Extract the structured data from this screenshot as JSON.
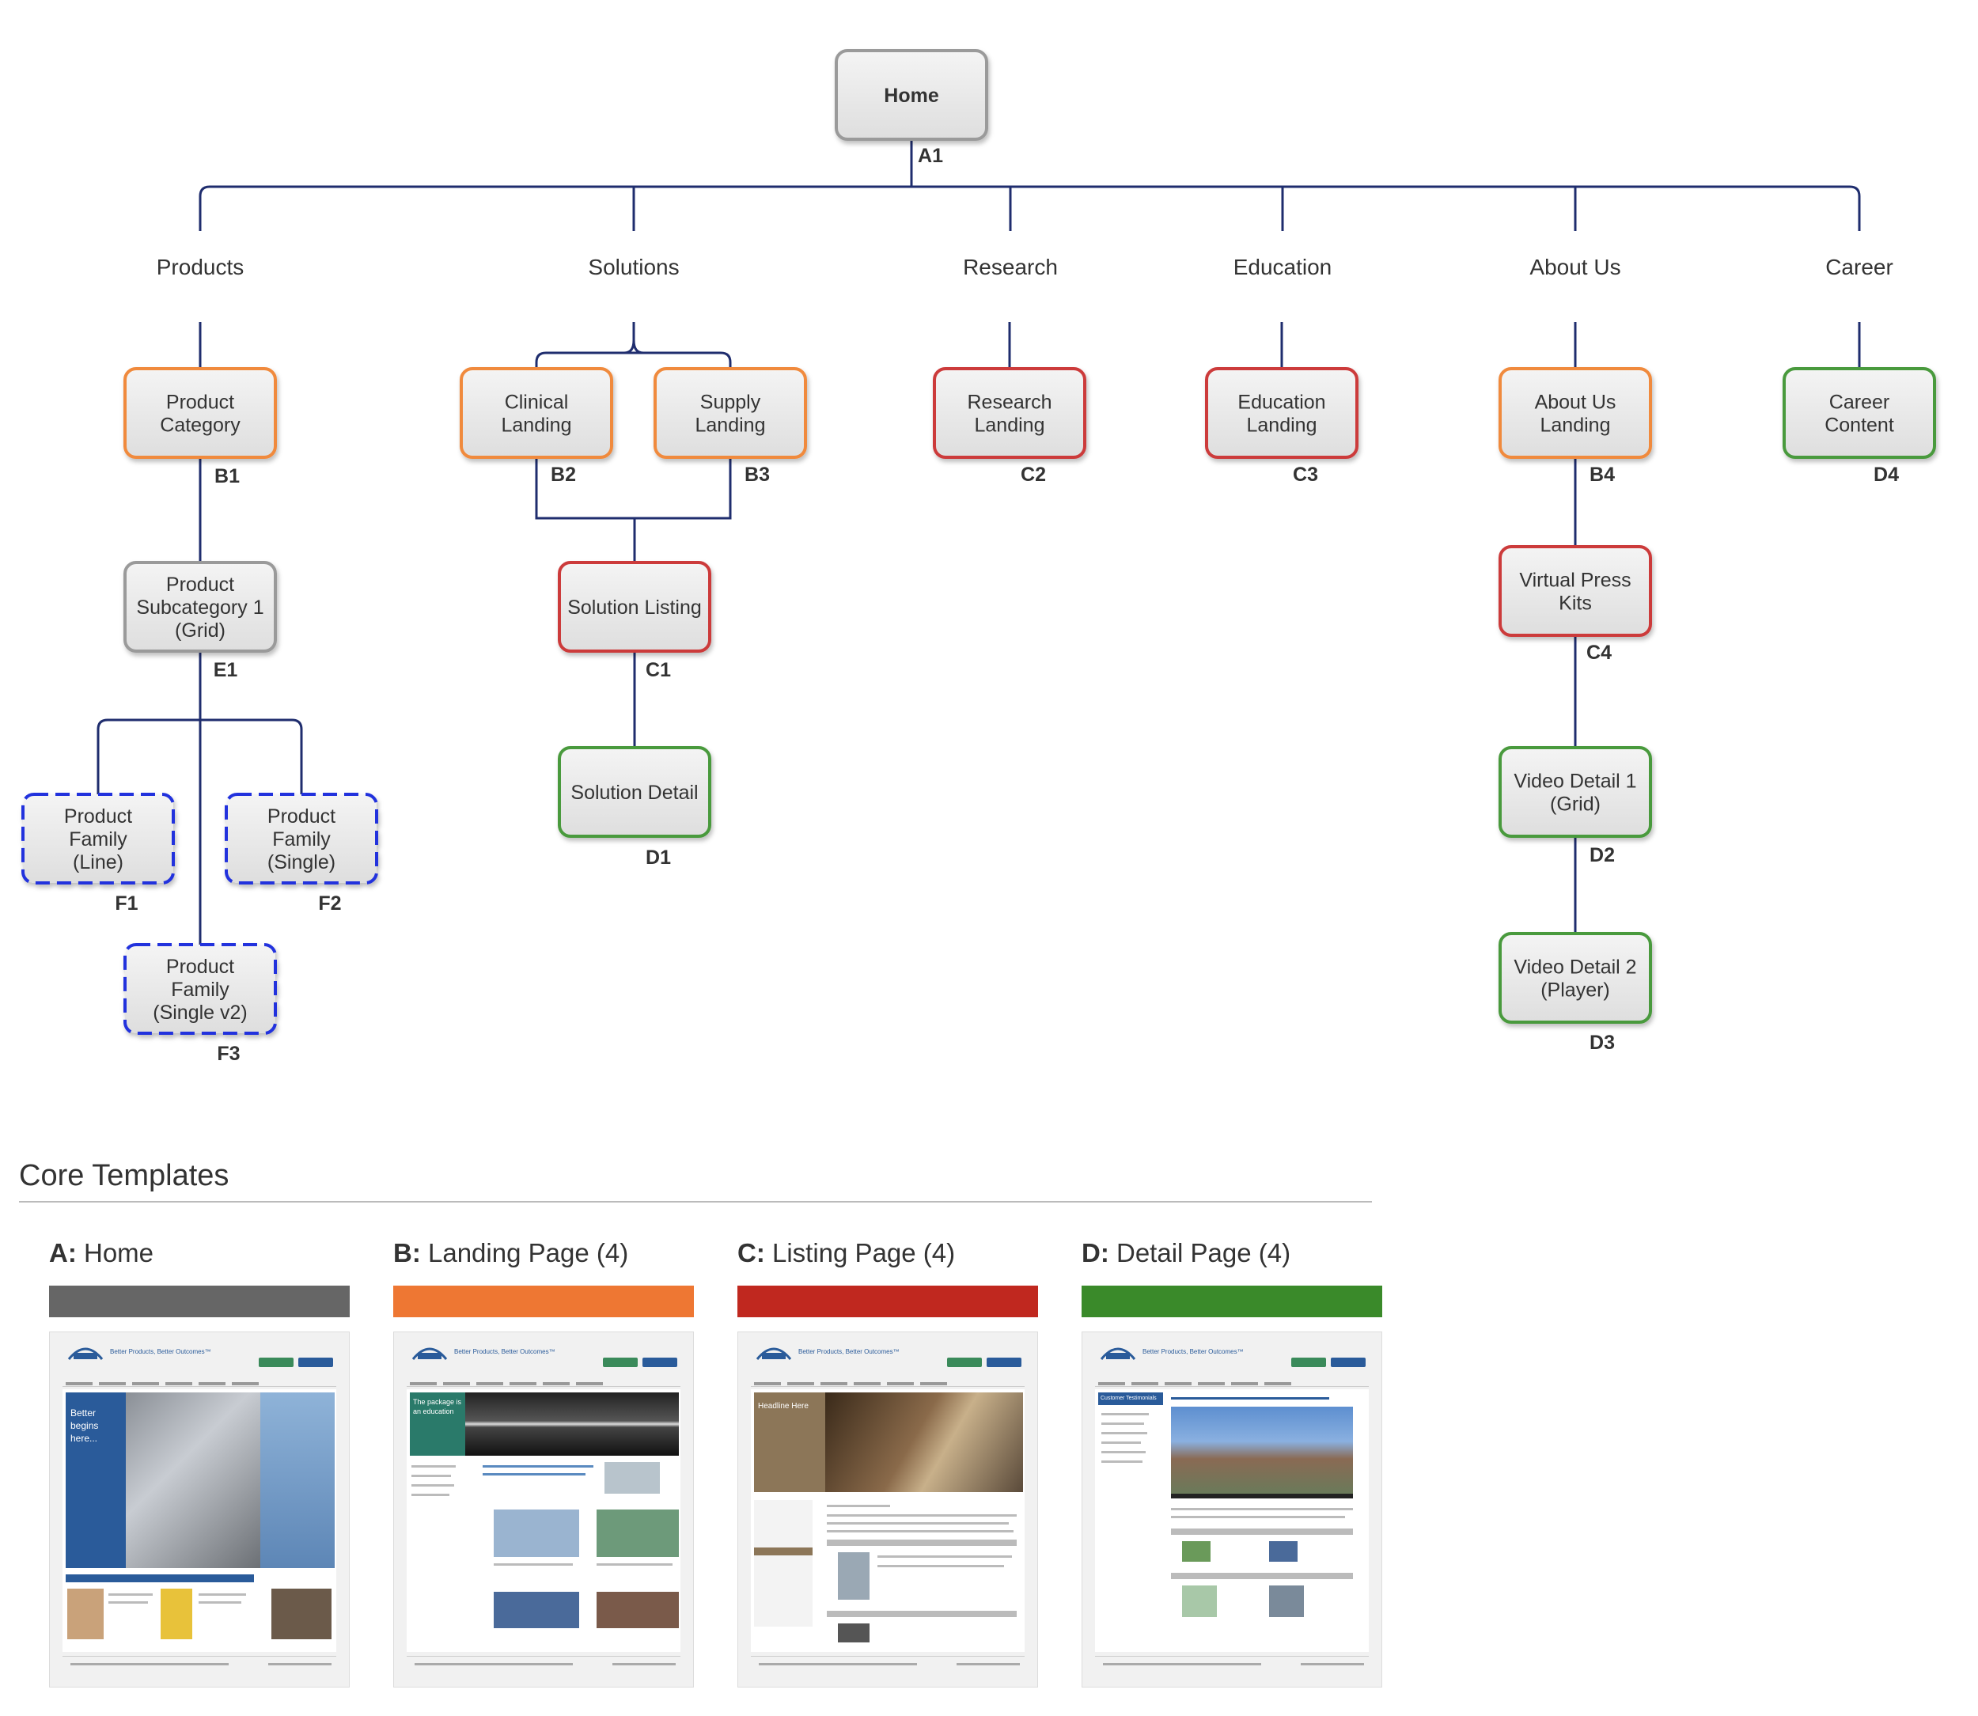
{
  "diagram": {
    "root": {
      "label": "Home",
      "code": "A1"
    },
    "sections": [
      "Products",
      "Solutions",
      "Research",
      "Education",
      "About Us",
      "Career"
    ],
    "nodes": {
      "b1": {
        "lines": [
          "Product",
          "Category"
        ],
        "code": "B1"
      },
      "b2": {
        "lines": [
          "Clinical",
          "Landing"
        ],
        "code": "B2"
      },
      "b3": {
        "lines": [
          "Supply",
          "Landing"
        ],
        "code": "B3"
      },
      "c2": {
        "lines": [
          "Research",
          "Landing"
        ],
        "code": "C2"
      },
      "c3": {
        "lines": [
          "Education",
          "Landing"
        ],
        "code": "C3"
      },
      "b4": {
        "lines": [
          "About Us",
          "Landing"
        ],
        "code": "B4"
      },
      "d4": {
        "lines": [
          "Career",
          "Content"
        ],
        "code": "D4"
      },
      "e1": {
        "lines": [
          "Product",
          "Subcategory 1",
          "(Grid)"
        ],
        "code": "E1"
      },
      "c1": {
        "lines": [
          "Solution Listing"
        ],
        "code": "C1"
      },
      "c4": {
        "lines": [
          "Virtual Press",
          "Kits"
        ],
        "code": "C4"
      },
      "f1": {
        "lines": [
          "Product",
          "Family",
          "(Line)"
        ],
        "code": "F1"
      },
      "f2": {
        "lines": [
          "Product",
          "Family",
          "(Single)"
        ],
        "code": "F2"
      },
      "f3": {
        "lines": [
          "Product",
          "Family",
          "(Single v2)"
        ],
        "code": "F3"
      },
      "d1": {
        "lines": [
          "Solution Detail"
        ],
        "code": "D1"
      },
      "d2": {
        "lines": [
          "Video Detail 1",
          "(Grid)"
        ],
        "code": "D2"
      },
      "d3": {
        "lines": [
          "Video Detail 2",
          "(Player)"
        ],
        "code": "D3"
      }
    },
    "colors": {
      "connector": "#1f2d6e",
      "gray_border": "#9a9a9a",
      "orange_border": "#f08a3c",
      "red_border": "#cc3a3a",
      "green_border": "#4a9a3c",
      "blue_dashed_border": "#2233dd",
      "node_fill": "#e8e8e8"
    }
  },
  "core_templates": {
    "title": "Core Templates",
    "items": [
      {
        "letter": "A:",
        "name": "Home",
        "color": "#666666",
        "tagline": "Better Products, Better Outcomes™",
        "hero_text": [
          "Better begins",
          "here..."
        ]
      },
      {
        "letter": "B:",
        "name": "Landing Page (4)",
        "color": "#ee7733",
        "tagline": "Better Products, Better Outcomes™",
        "hero_text": [
          "The package is",
          "an education"
        ]
      },
      {
        "letter": "C:",
        "name": "Listing Page (4)",
        "color": "#c0281f",
        "tagline": "Better Products, Better Outcomes™",
        "hero_text": [
          "Headline Here"
        ]
      },
      {
        "letter": "D:",
        "name": "Detail Page (4)",
        "color": "#3a8a2a",
        "tagline": "Better Products, Better Outcomes™",
        "hero_text": [
          "Customer Testimonials"
        ]
      }
    ]
  }
}
